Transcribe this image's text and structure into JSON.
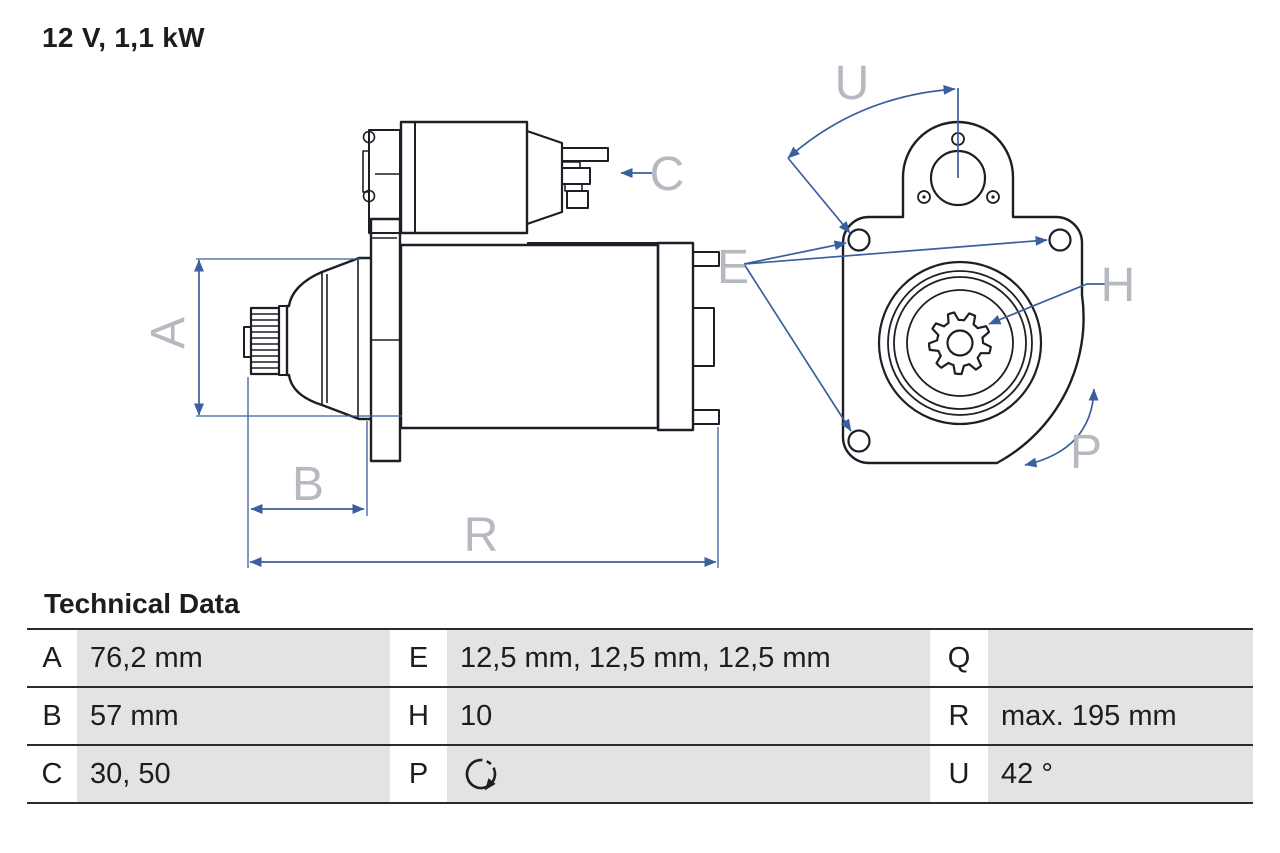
{
  "title": "12 V, 1,1 kW",
  "table": {
    "section_title": "Technical Data",
    "rows": [
      {
        "cells": [
          {
            "k": "A",
            "v": "76,2 mm"
          },
          {
            "k": "E",
            "v": "12,5 mm, 12,5 mm, 12,5 mm"
          },
          {
            "k": "Q",
            "v": ""
          }
        ]
      },
      {
        "cells": [
          {
            "k": "B",
            "v": "57 mm"
          },
          {
            "k": "H",
            "v": "10"
          },
          {
            "k": "R",
            "v": "max. 195 mm"
          }
        ]
      },
      {
        "cells": [
          {
            "k": "C",
            "v": "30, 50"
          },
          {
            "k": "P",
            "v": "",
            "icon": "rotation-clockwise-icon"
          },
          {
            "k": "U",
            "v": "42 °"
          }
        ]
      }
    ]
  },
  "diagram": {
    "labels": {
      "a": "A",
      "b": "B",
      "c": "C",
      "e": "E",
      "h": "H",
      "p": "P",
      "r": "R",
      "u": "U"
    },
    "colors": {
      "dimension_blue": "#3a5f9e",
      "drawing_ink": "#1c1f26",
      "label_gray": "#b6b9c0",
      "table_cell_gray": "#e3e3e4",
      "table_line": "#2b2b2b"
    },
    "gear_teeth_shown": 9
  }
}
